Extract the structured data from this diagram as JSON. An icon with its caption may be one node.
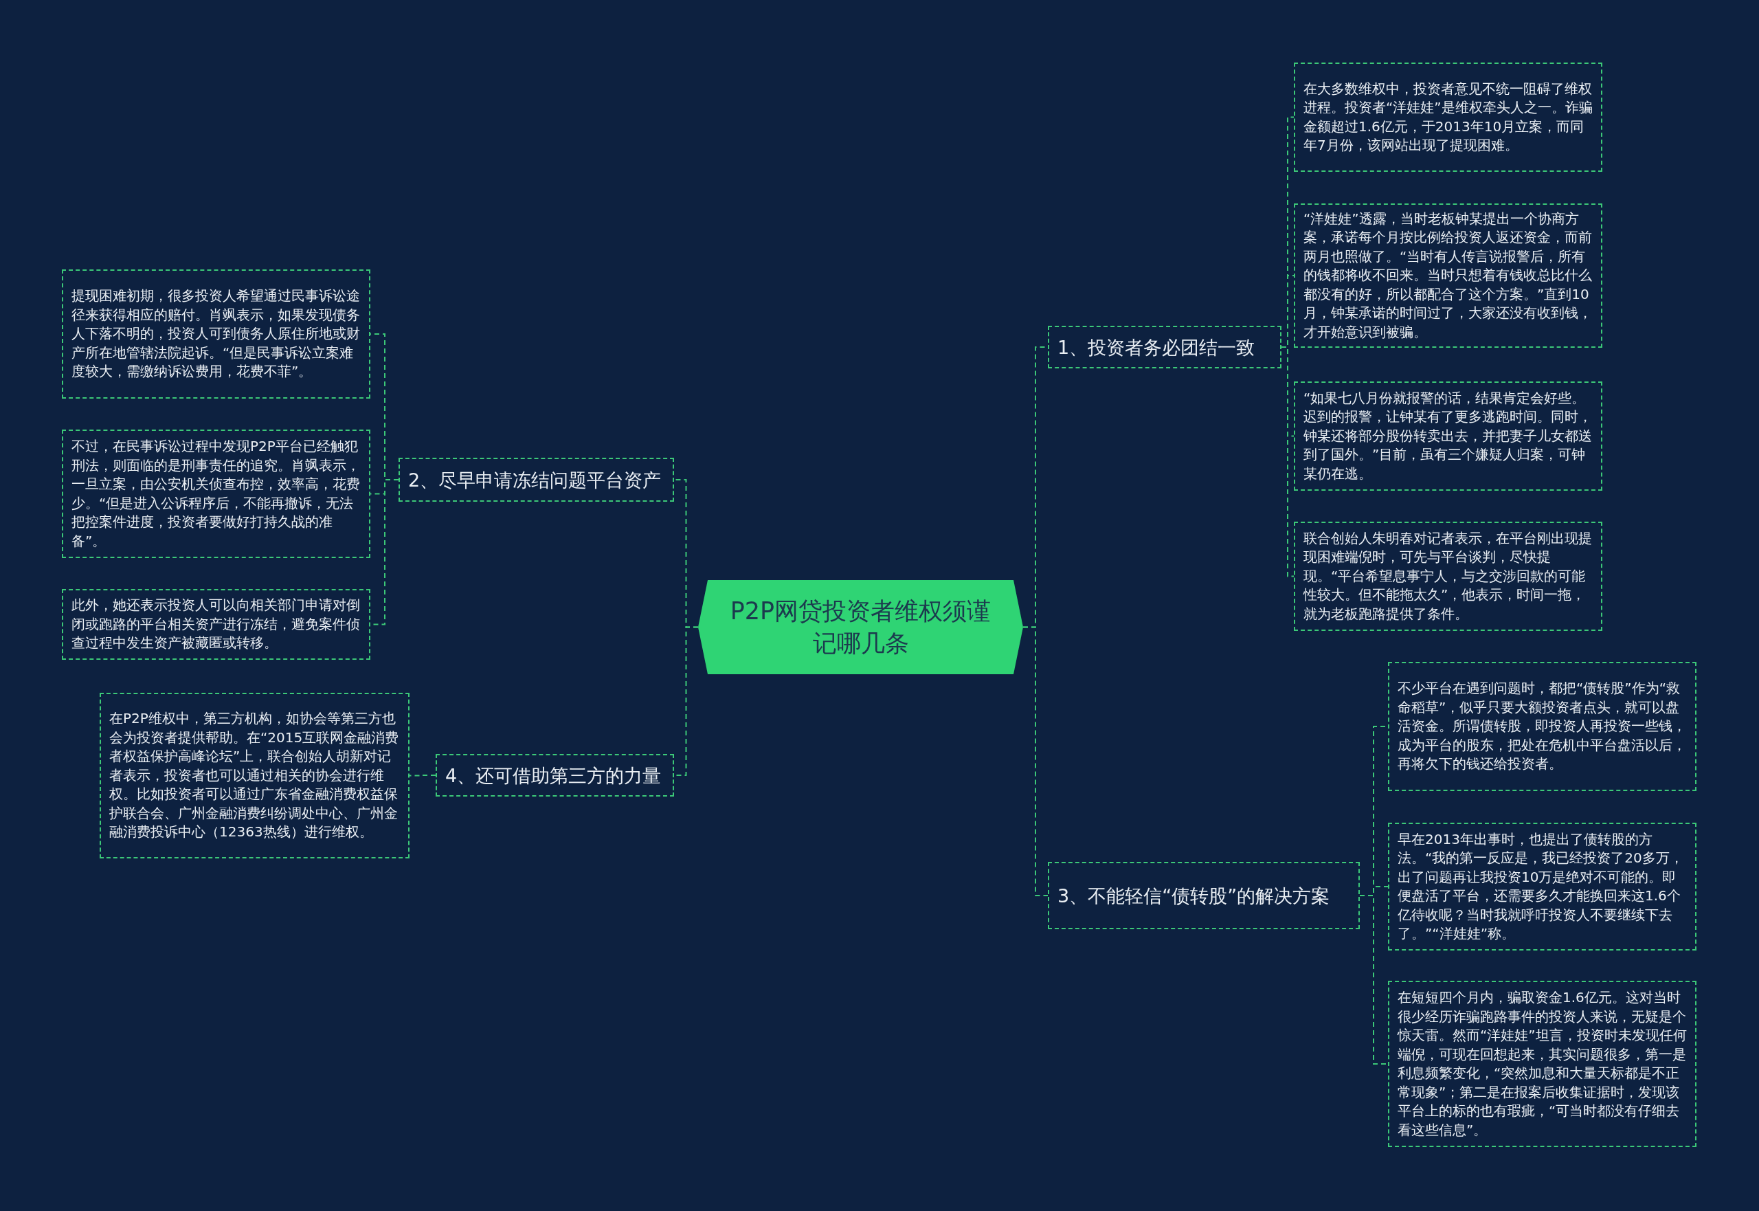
{
  "diagram": {
    "nodes": [
      {
        "text": [
          "P2P网贷投资者维权须谨记哪几条"
        ]
      },
      {
        "text": [
          "1、投资者务必团结一致"
        ]
      },
      {
        "text": [
          "在大多数维权中，投资者意见不统一阻碍了维权进程。投资者“洋娃娃”是维权牵头人之一。诈骗金额超过1.6亿元，于2013年10月立案，而同年7月份，该网站出现了提现困难。"
        ]
      },
      {
        "text": [
          "“洋娃娃”透露，当时老板钟某提出一个协商方案，承诺每个月按比例给投资人返还资金，而前两月也照做了。“当时有人传言说报警后，所有的钱都将收不回来。当时只想着有钱收总比什么都没有的好，所以都配合了这个方案。”直到10月，钟某承诺的时间过了，大家还没有收到钱，才开始意识到被骗。"
        ]
      },
      {
        "text": [
          "“如果七八月份就报警的话，结果肯定会好些。迟到的报警，让钟某有了更多逃跑时间。同时，钟某还将部分股份转卖出去，并把妻子儿女都送到了国外。”目前，虽有三个嫌疑人归案，可钟某仍在逃。"
        ]
      },
      {
        "text": [
          "联合创始人朱明春对记者表示，在平台刚出现提现困难端倪时，可先与平台谈判，尽快提现。“平台希望息事宁人，与之交涉回款的可能性较大。但不能拖太久”，他表示，时间一拖，就为老板跑路提供了条件。"
        ]
      },
      {
        "text": [
          "2、尽早申请冻结问题平台资产"
        ]
      },
      {
        "text": [
          "提现困难初期，很多投资人希望通过民事诉讼途径来获得相应的赔付。肖飒表示，如果发现债务人下落不明的，投资人可到债务人原住所地或财产所在地管辖法院起诉。“但是民事诉讼立案难度较大，需缴纳诉讼费用，花费不菲”。"
        ]
      },
      {
        "text": [
          "不过，在民事诉讼过程中发现P2P平台已经触犯刑法，则面临的是刑事责任的追究。肖飒表示，一旦立案，由公安机关侦查布控，效率高，花费少。“但是进入公诉程序后，不能再撤诉，无法把控案件进度，投资者要做好打持久战的准备”。"
        ]
      },
      {
        "text": [
          "此外，她还表示投资人可以向相关部门申请对倒闭或跑路的平台相关资产进行冻结，避免案件侦查过程中发生资产被藏匿或转移。"
        ]
      },
      {
        "text": [
          "3、不能轻信“债转股”的解决方案"
        ]
      },
      {
        "text": [
          "不少平台在遇到问题时，都把“债转股”作为“救命稻草”，似乎只要大额投资者点头，就可以盘活资金。所谓债转股，即投资人再投资一些钱，成为平台的股东，把处在危机中平台盘活以后，再将欠下的钱还给投资者。"
        ]
      },
      {
        "text": [
          "早在2013年出事时，也提出了债转股的方法。“我的第一反应是，我已经投资了20多万，出了问题再让我投资10万是绝对不可能的。即便盘活了平台，还需要多久才能换回来这1.6个亿待收呢？当时我就呼吁投资人不要继续下去了。”“洋娃娃”称。"
        ]
      },
      {
        "text": [
          "在短短四个月内，骗取资金1.6亿元。这对当时很少经历诈骗跑路事件的投资人来说，无疑是个惊天雷。然而“洋娃娃”坦言，投资时未发现任何端倪，可现在回想起来，其实问题很多，第一是利息频繁变化，“突然加息和大量天标都是不正常现象”；第二是在报案后收集证据时，发现该平台上的标的也有瑕疵，“可当时都没有仔细去看这些信息”。"
        ]
      },
      {
        "text": [
          "4、还可借助第三方的力量"
        ]
      },
      {
        "text": [
          "在P2P维权中，第三方机构，如协会等第三方也会为投资者提供帮助。在“2015互联网金融消费者权益保护高峰论坛”上，联合创始人胡新对记者表示，投资者也可以通过相关的协会进行维权。比如投资者可以通过广东省金融消费权益保护联合会、广州金融消费纠纷调处中心、广州金融消费投诉中心（12363热线）进行维权。"
        ]
      }
    ],
    "edges": [
      {
        "from": 0,
        "to": 1,
        "arrow": "none"
      },
      {
        "from": 1,
        "to": 2,
        "arrow": "none"
      },
      {
        "from": 1,
        "to": 3,
        "arrow": "none"
      },
      {
        "from": 1,
        "to": 4,
        "arrow": "none"
      },
      {
        "from": 1,
        "to": 5,
        "arrow": "none"
      },
      {
        "from": 0,
        "to": 6,
        "arrow": "none"
      },
      {
        "from": 6,
        "to": 7,
        "arrow": "none"
      },
      {
        "from": 6,
        "to": 8,
        "arrow": "none"
      },
      {
        "from": 6,
        "to": 9,
        "arrow": "none"
      },
      {
        "from": 0,
        "to": 10,
        "arrow": "none"
      },
      {
        "from": 10,
        "to": 11,
        "arrow": "none"
      },
      {
        "from": 10,
        "to": 12,
        "arrow": "none"
      },
      {
        "from": 10,
        "to": 13,
        "arrow": "none"
      },
      {
        "from": 0,
        "to": 14,
        "arrow": "none"
      },
      {
        "from": 14,
        "to": 15,
        "arrow": "none"
      }
    ]
  }
}
